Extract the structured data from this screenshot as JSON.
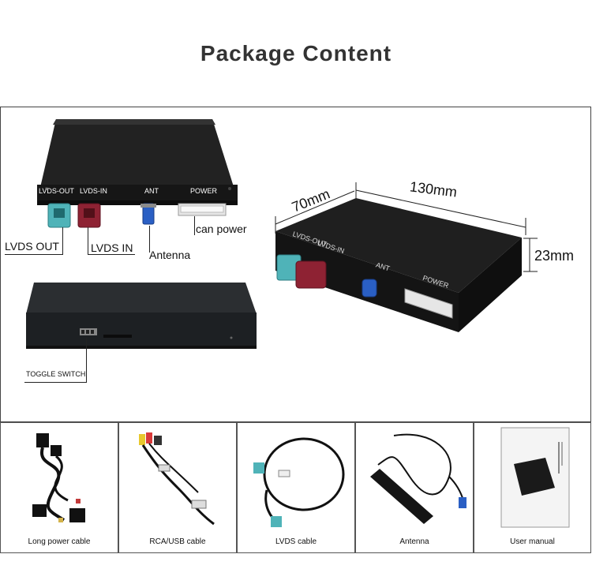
{
  "page": {
    "title": "Package Content"
  },
  "front_view": {
    "port_labels": {
      "lvds_out_print": "LVDS-OUT",
      "lvds_in_print": "LVDS-IN",
      "ant_print": "ANT",
      "power_print": "POWER"
    },
    "callouts": {
      "lvds_out": "LVDS  OUT",
      "lvds_in": "LVDS  IN",
      "antenna": "Antenna",
      "can_power": "can power"
    }
  },
  "side_view": {
    "toggle_switch": "TOGGLE SWITCH"
  },
  "dimensions": {
    "length": "130mm",
    "width": "70mm",
    "height": "23mm"
  },
  "angled_view": {
    "lvds_out_print": "LVDS-OUT",
    "lvds_in_print": "LVDS-IN",
    "ant_print": "ANT",
    "power_print": "POWER"
  },
  "accessories": [
    {
      "caption": "Long power cable"
    },
    {
      "caption": "RCA/USB cable"
    },
    {
      "caption": "LVDS cable"
    },
    {
      "caption": "Antenna"
    },
    {
      "caption": "User manual"
    }
  ],
  "colors": {
    "box": "#1b1b1b",
    "box_top": "#2a2a2a",
    "lvds_out_connector": "#4fb3b8",
    "lvds_in_connector": "#8e2233",
    "antenna_connector": "#2a5fc4",
    "power_connector": "#e6e6e6"
  }
}
